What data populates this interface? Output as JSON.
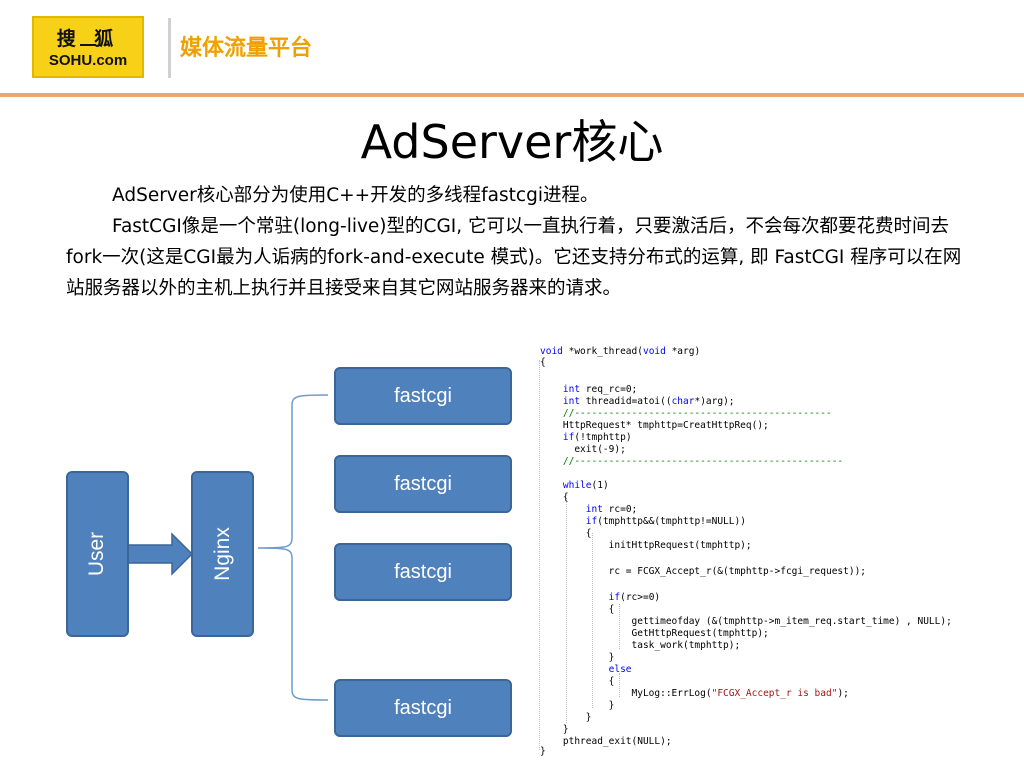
{
  "header": {
    "logo_cn": "搜 狐",
    "logo_en": "SOHU.com",
    "platform": "媒体流量平台"
  },
  "title": "AdServer核心",
  "paragraphs": [
    "AdServer核心部分为使用C++开发的多线程fastcgi进程。",
    "FastCGI像是一个常驻(long-live)型的CGI, 它可以一直执行着，只要激活后，不会每次都要花费时间去fork一次(这是CGI最为人诟病的fork-and-execute 模式)。它还支持分布式的运算, 即 FastCGI 程序可以在网站服务器以外的主机上执行并且接受来自其它网站服务器来的请求。"
  ],
  "diagram": {
    "user_label": "User",
    "nginx_label": "Nginx",
    "fastcgi_labels": [
      "fastcgi",
      "fastcgi",
      "fastcgi",
      "fastcgi"
    ],
    "box_color": "#4f81bd"
  },
  "code_lines": [
    "void *work_thread(void *arg)",
    "{",
    "",
    "    int req_rc=0;",
    "    int threadid=atoi((char*)arg);",
    "    //---------------------------------------------",
    "    HttpRequest* tmphttp=CreatHttpReq();",
    "    if(!tmphttp)",
    "      exit(-9);",
    "    //-----------------------------------------------",
    "",
    "    while(1)",
    "    {",
    "        int rc=0;",
    "        if(tmphttp&&(tmphttp!=NULL))",
    "        {",
    "            initHttpRequest(tmphttp);",
    "",
    "            rc = FCGX_Accept_r(&(tmphttp->fcgi_request));",
    "",
    "            if(rc>=0)",
    "            {",
    "                gettimeofday (&(tmphttp->m_item_req.start_time) , NULL);",
    "                GetHttpRequest(tmphttp);",
    "                task_work(tmphttp);",
    "            }",
    "            else",
    "            {",
    "                MyLog::ErrLog(\"FCGX_Accept_r is bad\");",
    "            }",
    "        }",
    "    }",
    "    pthread_exit(NULL);",
    "}"
  ]
}
